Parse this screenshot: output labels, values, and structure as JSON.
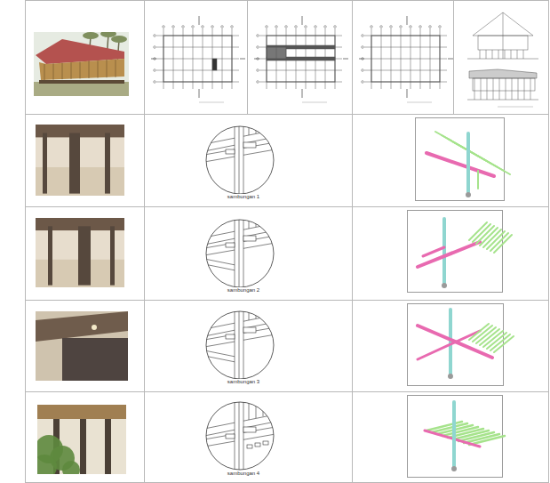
{
  "diagram": {
    "labels": [
      "sambungan 1",
      "sambungan 2",
      "sambungan 3",
      "sambungan 4"
    ]
  }
}
